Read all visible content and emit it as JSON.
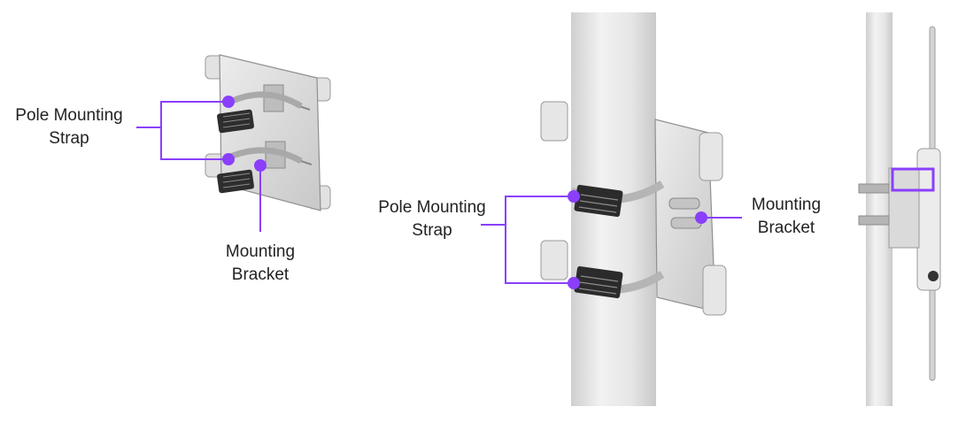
{
  "colors": {
    "callout": "#8a3ffc",
    "pole": "#e3e3e3",
    "bracket": "#d7d7d7",
    "strap": "#bdbdbd",
    "buckle": "#2b2b2b"
  },
  "figure1": {
    "strap_label": {
      "line1": "Pole Mounting",
      "line2": "Strap"
    },
    "bracket_label": {
      "line1": "Mounting",
      "line2": "Bracket"
    }
  },
  "figure2": {
    "strap_label": {
      "line1": "Pole Mounting",
      "line2": "Strap"
    },
    "bracket_label": {
      "line1": "Mounting",
      "line2": "Bracket"
    }
  }
}
